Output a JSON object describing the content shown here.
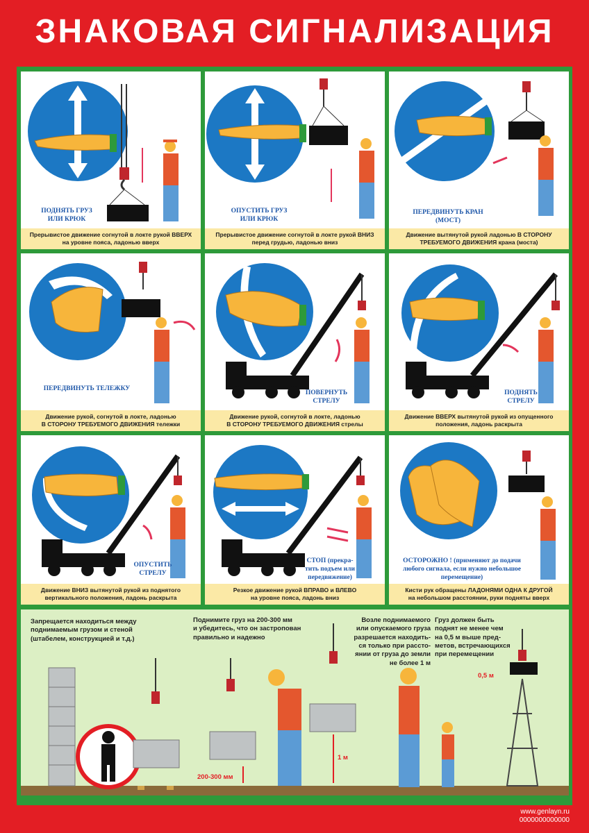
{
  "title": "ЗНАКОВАЯ СИГНАЛИЗАЦИЯ",
  "panels": [
    {
      "label": "ПОДНЯТЬ ГРУЗ\nИЛИ КРЮК",
      "caption": "Прерывистое движение согнутой в локте рукой ВВЕРХ\nна уровне пояса, ладонью вверх"
    },
    {
      "label": "ОПУСТИТЬ ГРУЗ\nИЛИ КРЮК",
      "caption": "Прерывистое движение согнутой в локте рукой ВНИЗ\nперед грудью, ладонью вниз"
    },
    {
      "label": "ПЕРЕДВИНУТЬ КРАН (МОСТ)",
      "caption": "Движение вытянутой рукой ладонью В СТОРОНУ\nТРЕБУЕМОГО ДВИЖЕНИЯ крана (моста)"
    },
    {
      "label": "ПЕРЕДВИНУТЬ ТЕЛЕЖКУ",
      "caption": "Движение рукой, согнутой в локте, ладонью\nВ СТОРОНУ ТРЕБУЕМОГО ДВИЖЕНИЯ тележки"
    },
    {
      "label": "ПОВЕРНУТЬ\nСТРЕЛУ",
      "caption": "Движение рукой, согнутой в локте, ладонью\nВ СТОРОНУ ТРЕБУЕМОГО ДВИЖЕНИЯ стрелы"
    },
    {
      "label": "ПОДНЯТЬ\nСТРЕЛУ",
      "caption": "Движение ВВЕРХ вытянутой рукой из опущенного\nположения, ладонь раскрыта"
    },
    {
      "label": "ОПУСТИТЬ\nСТРЕЛУ",
      "caption": "Движение ВНИЗ вытянутой рукой из поднятого\nвертикального положения, ладонь раскрыта"
    },
    {
      "label": "СТОП (прекра-\nтить подъем или\nпередвижение)",
      "caption": "Резкое движение рукой ВПРАВО и ВЛЕВО\nна уровне пояса, ладонь вниз"
    },
    {
      "label": "ОСТОРОЖНО ! (применяют до подачи\nлюбого сигнала, если нужно небольшое\nперемещение)",
      "caption": "Кисти рук обращены ЛАДОНЯМИ ОДНА К ДРУГОЙ\nна небольшом расстоянии, руки подняты вверх"
    }
  ],
  "bottom": {
    "note1": "Запрещается находиться между\nподнимаемым грузом и стеной\n(штабелем, конструкцией и т.д.)",
    "note2": "Поднимите груз на 200-300 мм\nи убедитесь, что он застропован\nправильно и надежно",
    "note3": "Возле поднимаемого\nили опускаемого груза\nразрешается находить-\nся только при рассто-\nянии от груза до земли\nне более 1 м",
    "note4": "Груз должен быть\nподнят не менее чем\nна 0,5 м выше пред-\nметов, встречающихся\nпри перемещении",
    "dim1": "200-300 мм",
    "dim2": "1 м",
    "dim3": "0,5 м"
  },
  "footer": {
    "site": "www.genlayn.ru",
    "code": "0000000000000"
  },
  "colors": {
    "red": "#e31e24",
    "green": "#2e9a3a",
    "blue": "#1c78c4",
    "caption_bg": "#fbe9a6",
    "bottom_bg": "#dcefc4"
  }
}
